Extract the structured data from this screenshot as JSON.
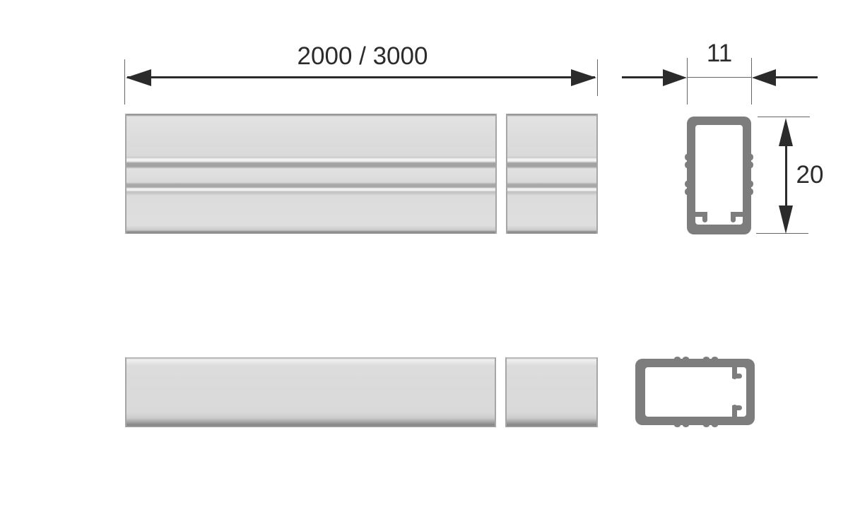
{
  "drawing": {
    "kind": "technical-profile-drawing",
    "labels": {
      "length": "2000 / 3000",
      "width": "11",
      "height": "20"
    },
    "colors": {
      "background": "#ffffff",
      "dimension_ink": "#2b2b2b",
      "extension_line": "#666666",
      "profile_wall": "#7d7d7d",
      "bar_body": "#dcdcdc",
      "bar_groove": "#a3a3a3",
      "bar_edge": "#8f8f8f"
    }
  }
}
